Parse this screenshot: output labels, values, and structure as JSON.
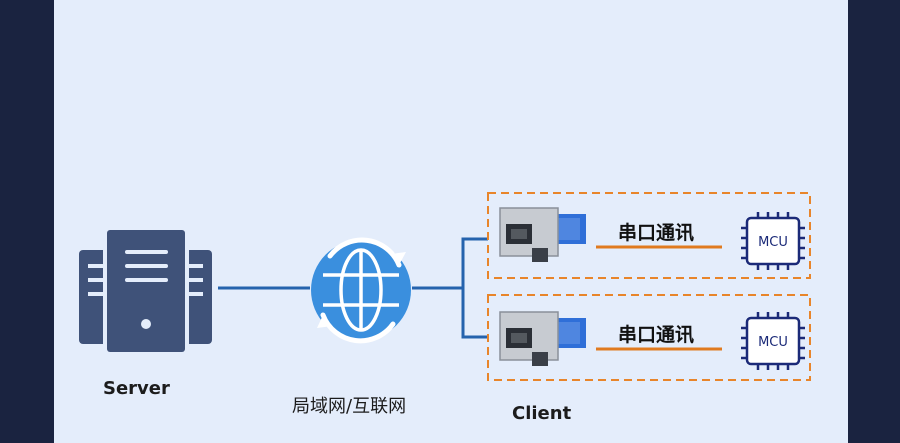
{
  "server": {
    "label": "Server"
  },
  "network": {
    "label": "局域网/互联网"
  },
  "client": {
    "label": "Client"
  },
  "links": [
    {
      "serial_label": "串口通讯",
      "mcu_label": "MCU"
    },
    {
      "serial_label": "串口通讯",
      "mcu_label": "MCU"
    }
  ],
  "colors": {
    "background": "#1a2340",
    "panel": "#e4edfb",
    "server": "#3f5279",
    "network_line": "#2563ad",
    "dashed_box": "#e8852a",
    "serial_line": "#e07a1f",
    "mcu": "#1b2a78",
    "globe": "#3a8fde"
  },
  "icons": [
    "server-icon",
    "globe-icon",
    "ethernet-module-icon",
    "mcu-chip-icon"
  ]
}
